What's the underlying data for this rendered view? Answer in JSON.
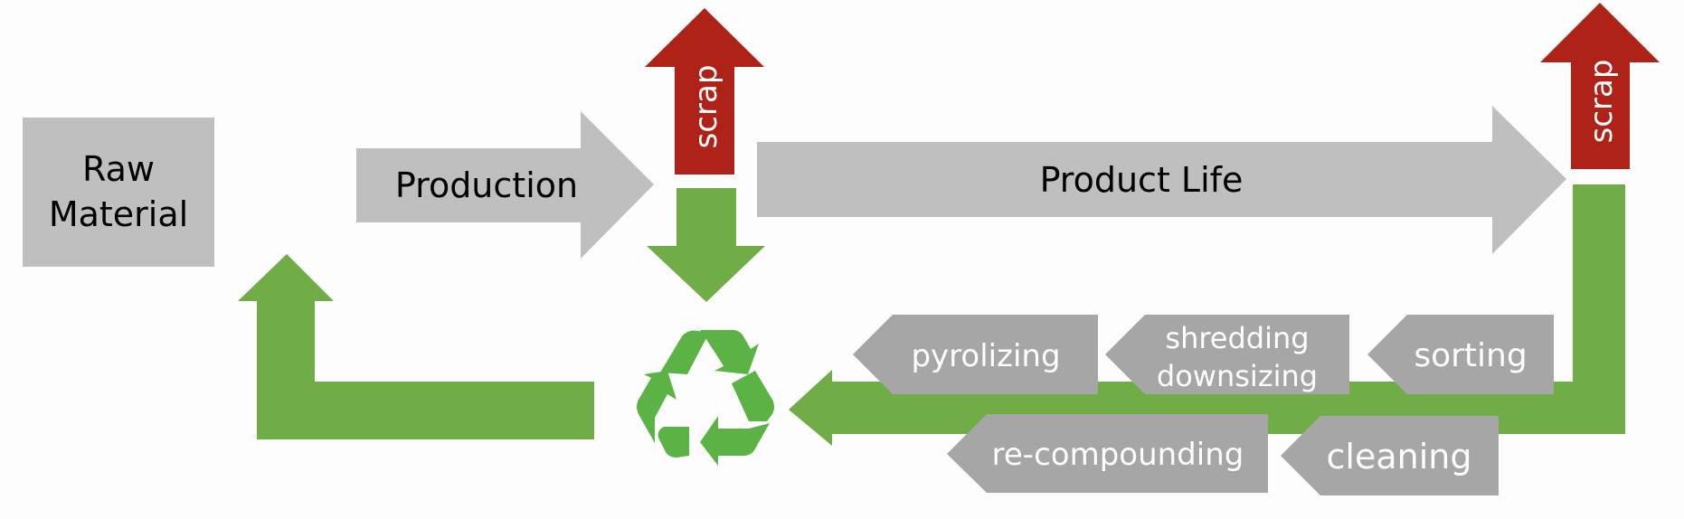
{
  "diagram": {
    "colors": {
      "gray_light": "#bfbfbf",
      "gray_step": "#a6a6a6",
      "green": "#70ad47",
      "recycle_green": "#5cb345",
      "red": "#af2218",
      "text_dark": "#000000",
      "text_light": "#ffffff"
    },
    "raw_material": {
      "line1": "Raw",
      "line2": "Material"
    },
    "production": {
      "label": "Production"
    },
    "product_life": {
      "label": "Product Life"
    },
    "scrap_1": {
      "label": "scrap"
    },
    "scrap_2": {
      "label": "scrap"
    },
    "recycle_symbol": {
      "icon": "recycle-icon"
    },
    "process_steps": [
      {
        "label": "pyrolizing"
      },
      {
        "line1": "shredding",
        "line2": "downsizing"
      },
      {
        "label": "sorting"
      },
      {
        "label": "re-compounding"
      },
      {
        "label": "cleaning"
      }
    ]
  }
}
